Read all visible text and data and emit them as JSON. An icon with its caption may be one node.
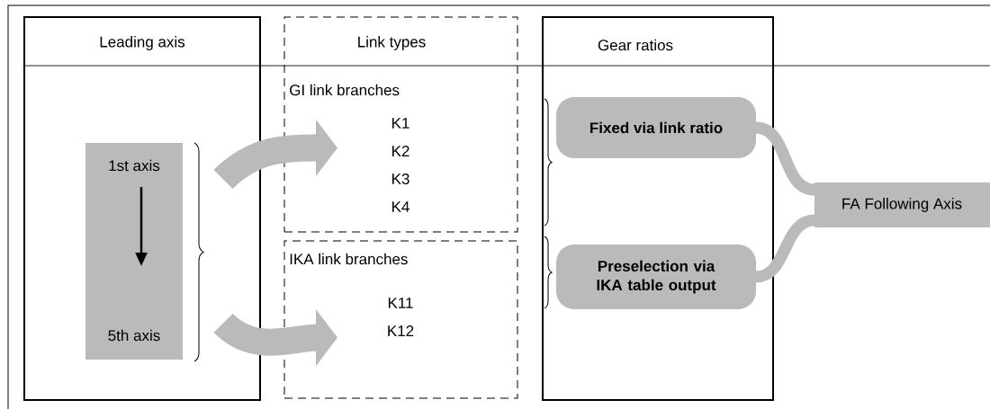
{
  "diagram": {
    "nodes": [
      {
        "text": [
          "Leading axis"
        ]
      },
      {
        "text": [
          "1st axis",
          "5th axis"
        ],
        "in": 0
      },
      {
        "text": [
          "Link types",
          "GI link branches",
          "K1",
          "K2",
          "K3",
          "K4"
        ]
      },
      {
        "text": [
          "IKA link branches",
          "K11",
          "K12"
        ]
      },
      {
        "text": [
          "Gear ratios"
        ]
      },
      {
        "text": [
          "Fixed via link ratio"
        ],
        "in": 4
      },
      {
        "text": [
          "Preselection via IKA table output"
        ],
        "in": 4
      },
      {
        "text": [
          "FA Following Axis"
        ]
      }
    ],
    "edges": [
      {
        "from": 1,
        "to": 2,
        "arrow": "to",
        "style": "thick"
      },
      {
        "from": 1,
        "to": 3,
        "arrow": "to",
        "style": "thick"
      },
      {
        "from": 5,
        "to": 7,
        "arrow": "none"
      },
      {
        "from": 6,
        "to": 7,
        "arrow": "none"
      }
    ]
  }
}
